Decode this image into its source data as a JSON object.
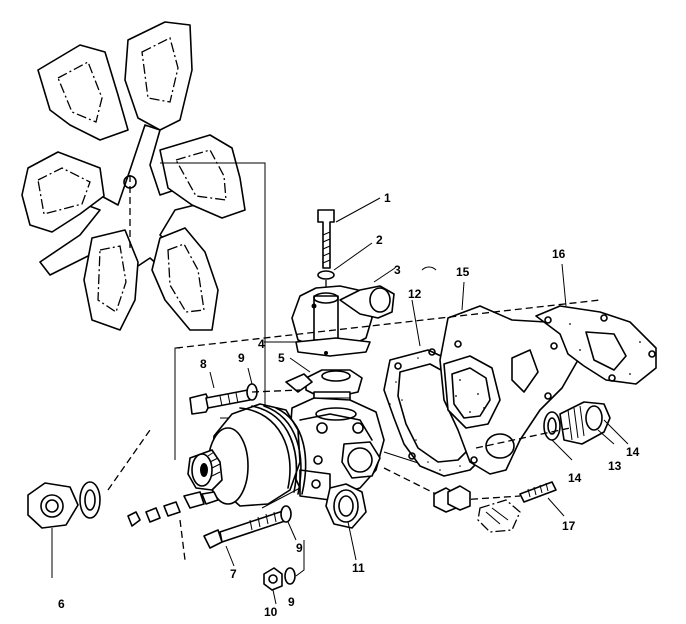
{
  "diagram": {
    "callouts": [
      {
        "id": "c1",
        "text": "1"
      },
      {
        "id": "c2",
        "text": "2"
      },
      {
        "id": "c3",
        "text": "3"
      },
      {
        "id": "c4",
        "text": "4"
      },
      {
        "id": "c5",
        "text": "5"
      },
      {
        "id": "c6",
        "text": "6"
      },
      {
        "id": "c7",
        "text": "7"
      },
      {
        "id": "c8",
        "text": "8"
      },
      {
        "id": "c9a",
        "text": "9"
      },
      {
        "id": "c9b",
        "text": "9"
      },
      {
        "id": "c9c",
        "text": "9"
      },
      {
        "id": "c10",
        "text": "10"
      },
      {
        "id": "c11",
        "text": "11"
      },
      {
        "id": "c12",
        "text": "12"
      },
      {
        "id": "c13",
        "text": "13"
      },
      {
        "id": "c14a",
        "text": "14"
      },
      {
        "id": "c14b",
        "text": "14"
      },
      {
        "id": "c15",
        "text": "15"
      },
      {
        "id": "c16",
        "text": "16"
      },
      {
        "id": "c17",
        "text": "17"
      }
    ]
  }
}
